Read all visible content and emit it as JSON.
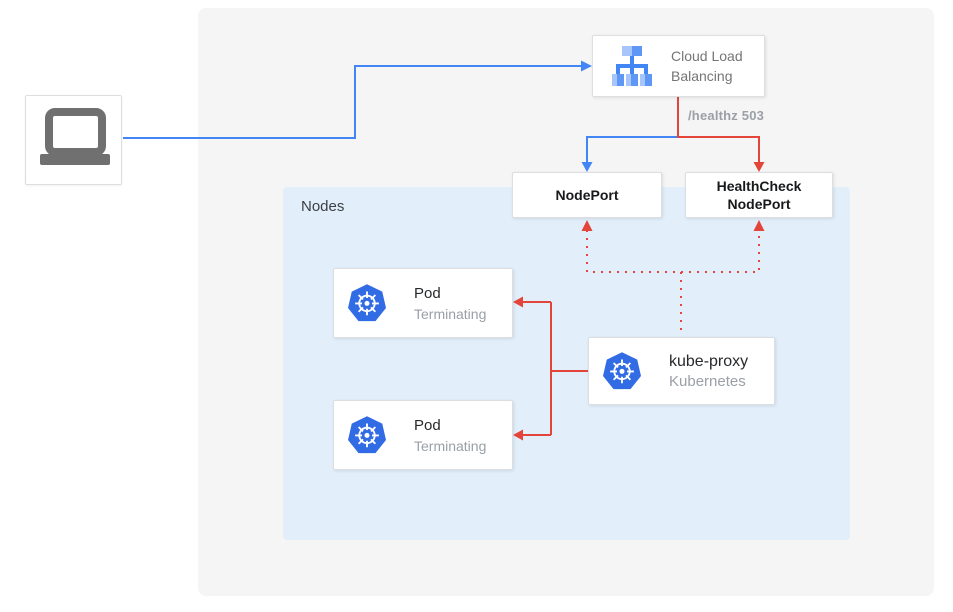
{
  "diagram": {
    "client": {
      "icon": "laptop"
    },
    "load_balancer": {
      "label": "Cloud Load Balancing"
    },
    "health_check_annotation": "/healthz 503",
    "node_port": {
      "label": "NodePort"
    },
    "health_check_node_port": {
      "label": "HealthCheck NodePort"
    },
    "nodes": {
      "label": "Nodes",
      "pods": [
        {
          "title": "Pod",
          "status": "Terminating"
        },
        {
          "title": "Pod",
          "status": "Terminating"
        }
      ],
      "kube_proxy": {
        "title": "kube-proxy",
        "subtitle": "Kubernetes"
      }
    },
    "colors": {
      "traffic_blue": "#4285F4",
      "health_red": "#E4453A",
      "kubernetes_blue": "#326CE5",
      "nodes_background": "#E2EFFB",
      "panel_background": "#F5F5F6"
    }
  }
}
